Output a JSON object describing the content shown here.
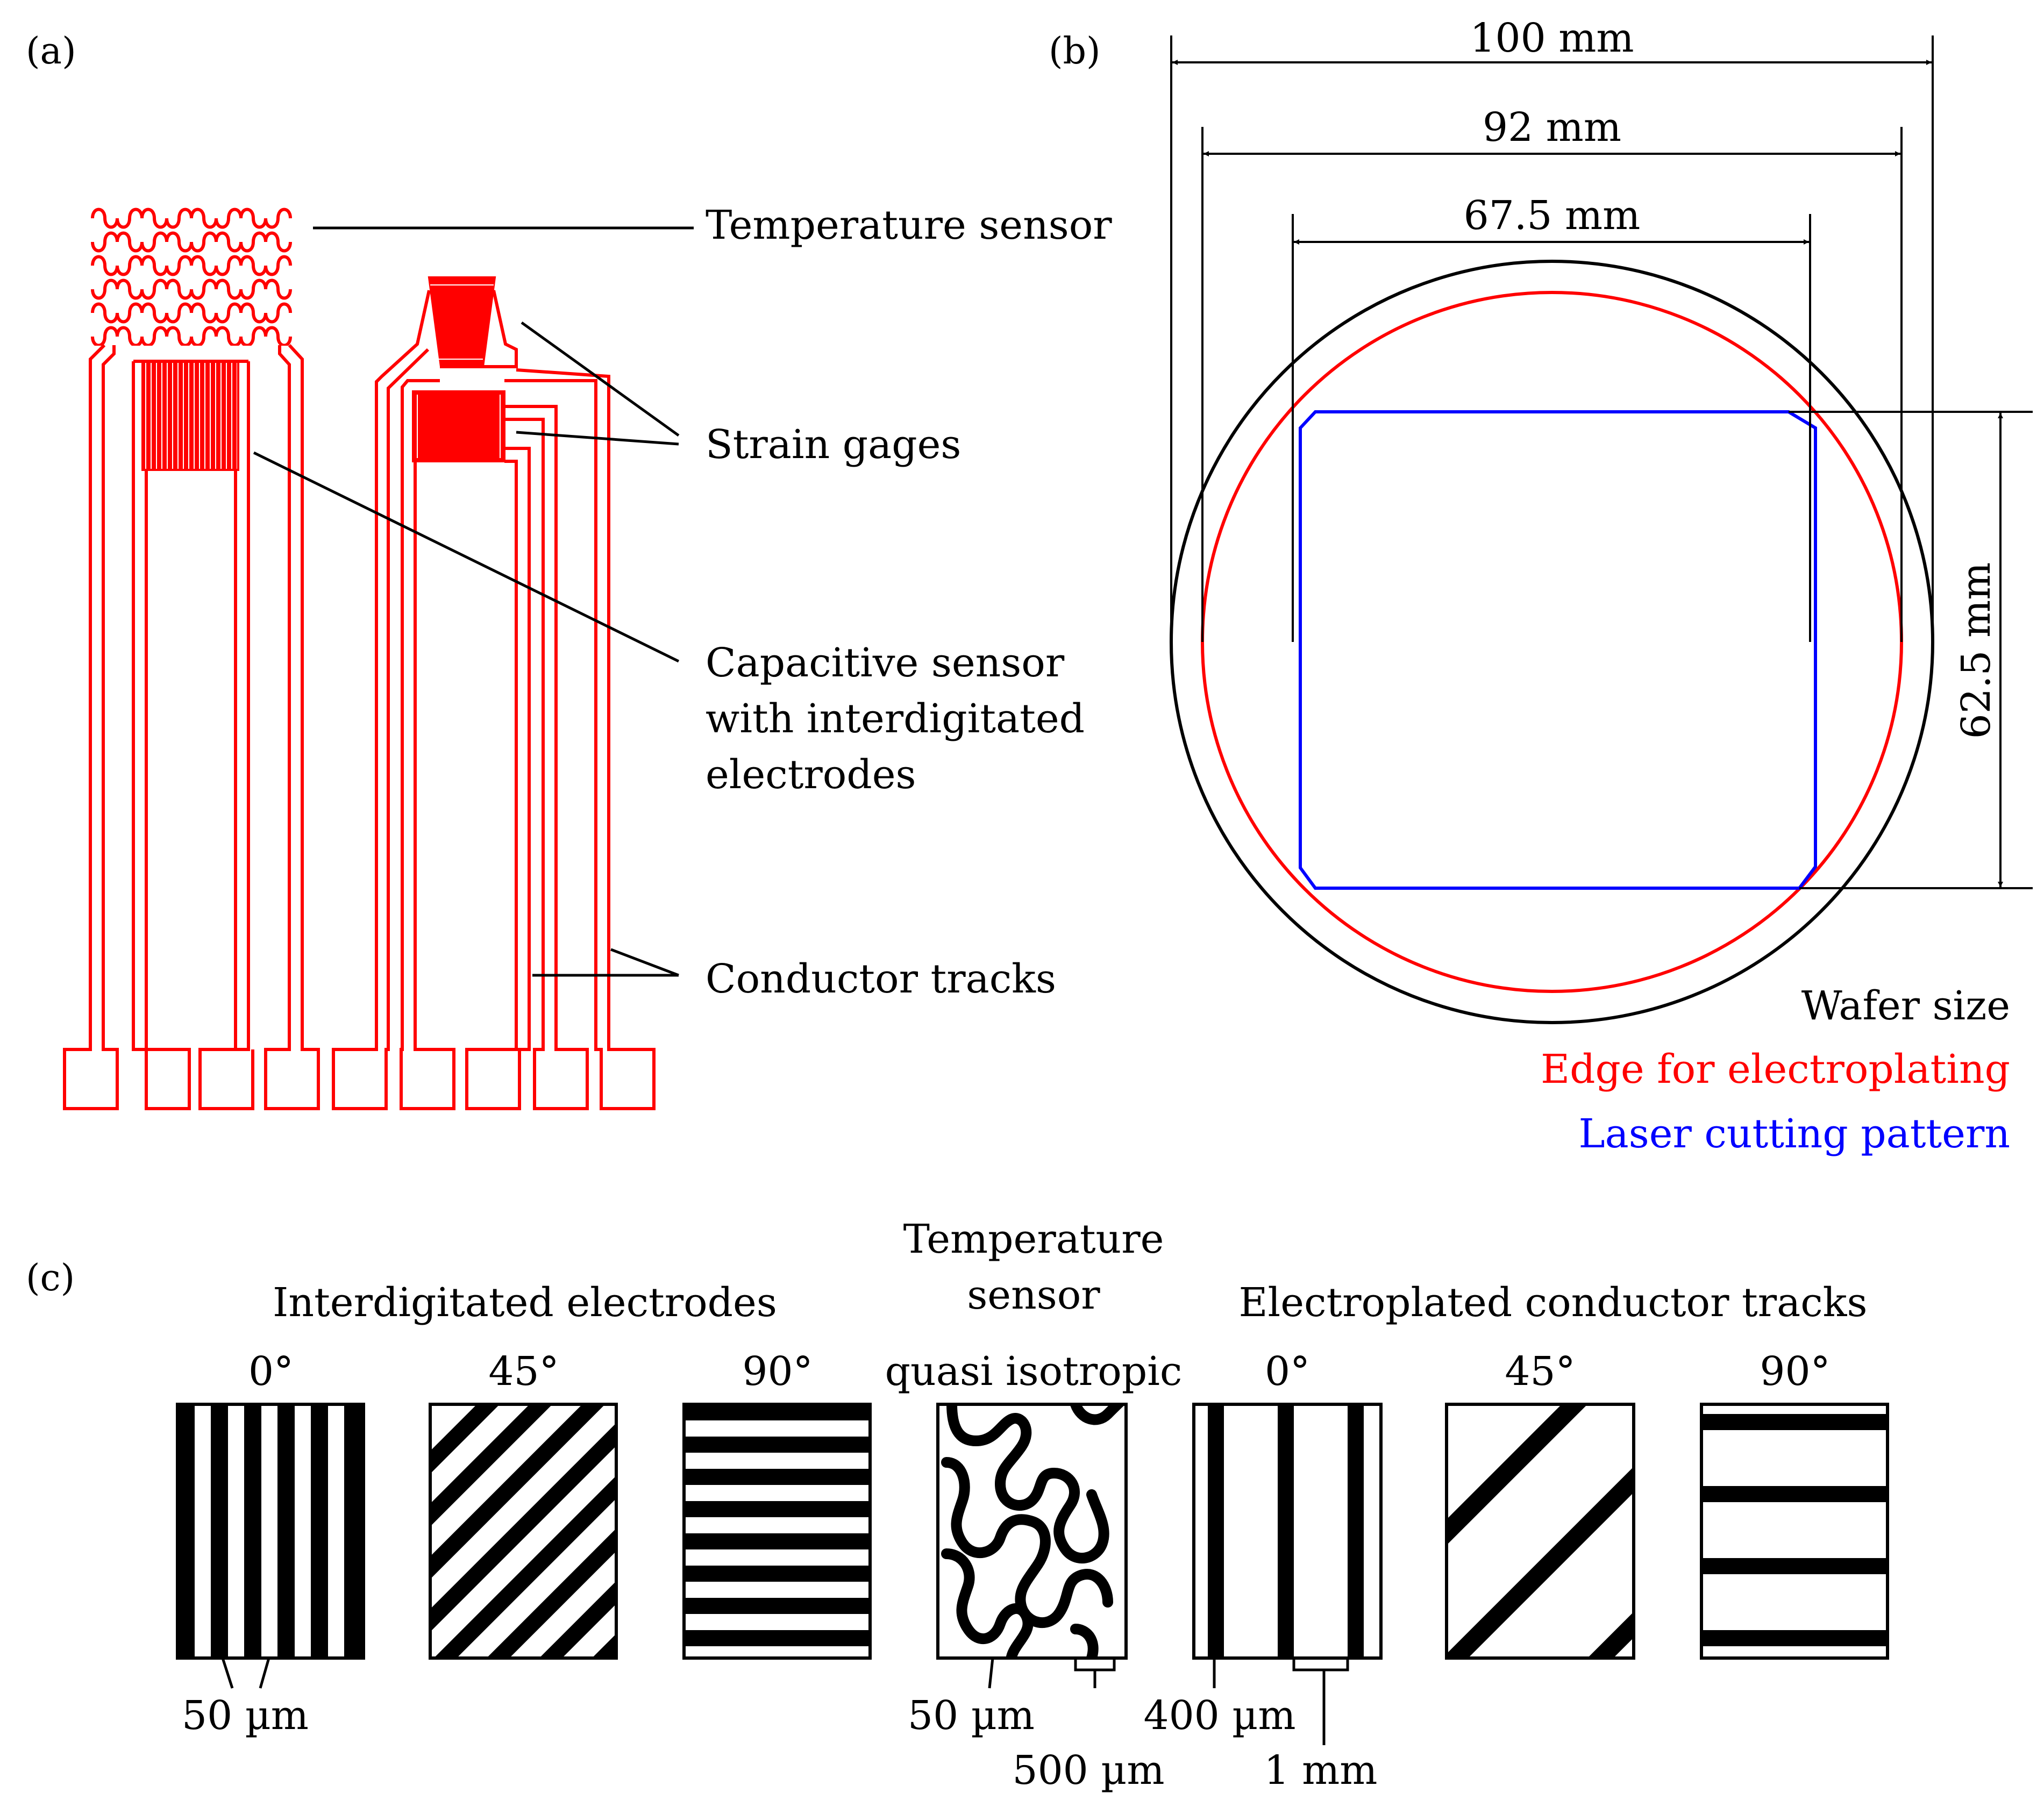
{
  "panel_a": {
    "tag": "(a)",
    "labels": {
      "temperature_sensor": "Temperature sensor",
      "strain_gages": "Strain gages",
      "capacitive_line1": "Capacitive sensor",
      "capacitive_line2": "with interdigitated",
      "capacitive_line3": "electrodes",
      "conductor_tracks": "Conductor tracks"
    }
  },
  "panel_b": {
    "tag": "(b)",
    "dims": {
      "wafer_diameter": "100 mm",
      "plating_diameter": "92 mm",
      "cut_width": "67.5 mm",
      "cut_height": "62.5 mm"
    },
    "legend": [
      {
        "text": "Wafer size",
        "color": "#000000"
      },
      {
        "text": "Edge for electroplating",
        "color": "#ff0000"
      },
      {
        "text": "Laser cutting pattern",
        "color": "#0000ff"
      }
    ]
  },
  "panel_c": {
    "tag": "(c)",
    "groups": {
      "interdigitated": "Interdigitated electrodes",
      "temp_line1": "Temperature",
      "temp_line2": "sensor",
      "electroplated": "Electroplated conductor tracks"
    },
    "angles": {
      "ide_0": "0°",
      "ide_45": "45°",
      "ide_90": "90°",
      "temp": "quasi isotropic",
      "ec_0": "0°",
      "ec_45": "45°",
      "ec_90": "90°"
    },
    "scales": {
      "ide_width": "50 µm",
      "temp_width": "50 µm",
      "temp_pitch": "500 µm",
      "ec_width": "400 µm",
      "ec_pitch": "1 mm"
    }
  },
  "colors": {
    "sensor_red": "#ff0000",
    "cut_blue": "#0000ff",
    "ink": "#000000"
  }
}
